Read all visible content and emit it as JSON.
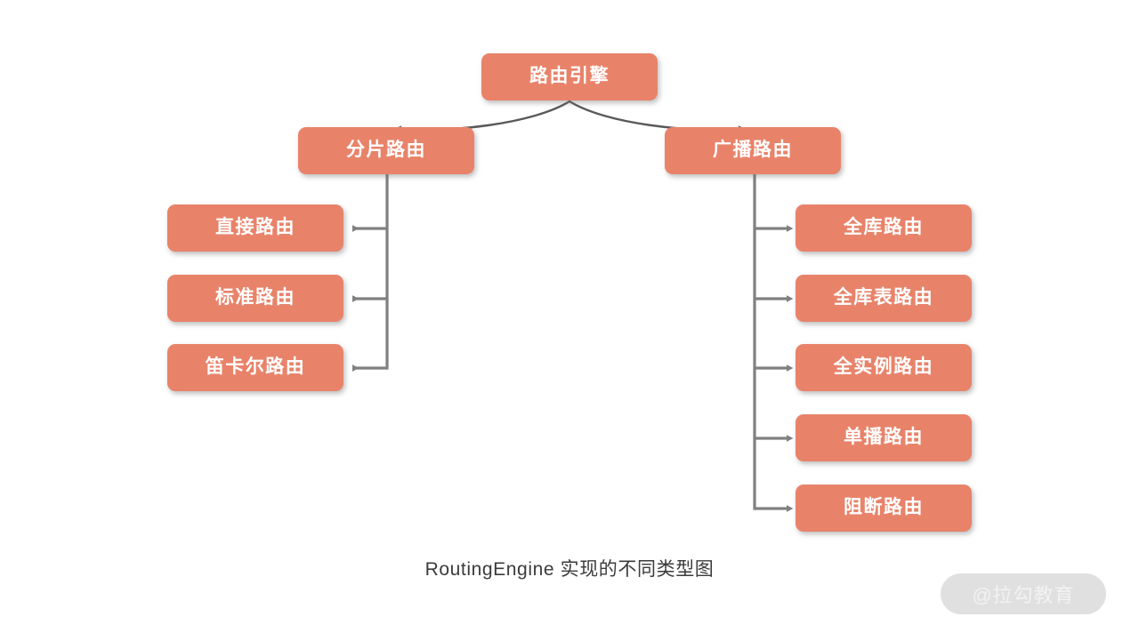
{
  "diagram": {
    "type": "tree",
    "caption": "RoutingEngine 实现的不同类型图",
    "colors": {
      "node_fill": "#e8836a",
      "node_text": "#ffffff",
      "connector": "#808080",
      "curve": "#595959",
      "background": "#ffffff",
      "caption_text": "#3b3b3b",
      "watermark_pill": "#e0e0e0",
      "watermark_text": "#f2f2f2"
    },
    "root": {
      "label": "路由引擎"
    },
    "branches": [
      {
        "label": "分片路由",
        "side": "left",
        "children": [
          {
            "label": "直接路由"
          },
          {
            "label": "标准路由"
          },
          {
            "label": "笛卡尔路由"
          }
        ]
      },
      {
        "label": "广播路由",
        "side": "right",
        "children": [
          {
            "label": "全库路由"
          },
          {
            "label": "全库表路由"
          },
          {
            "label": "全实例路由"
          },
          {
            "label": "单播路由"
          },
          {
            "label": "阻断路由"
          }
        ]
      }
    ]
  },
  "watermark": {
    "text": "@拉勾教育"
  }
}
